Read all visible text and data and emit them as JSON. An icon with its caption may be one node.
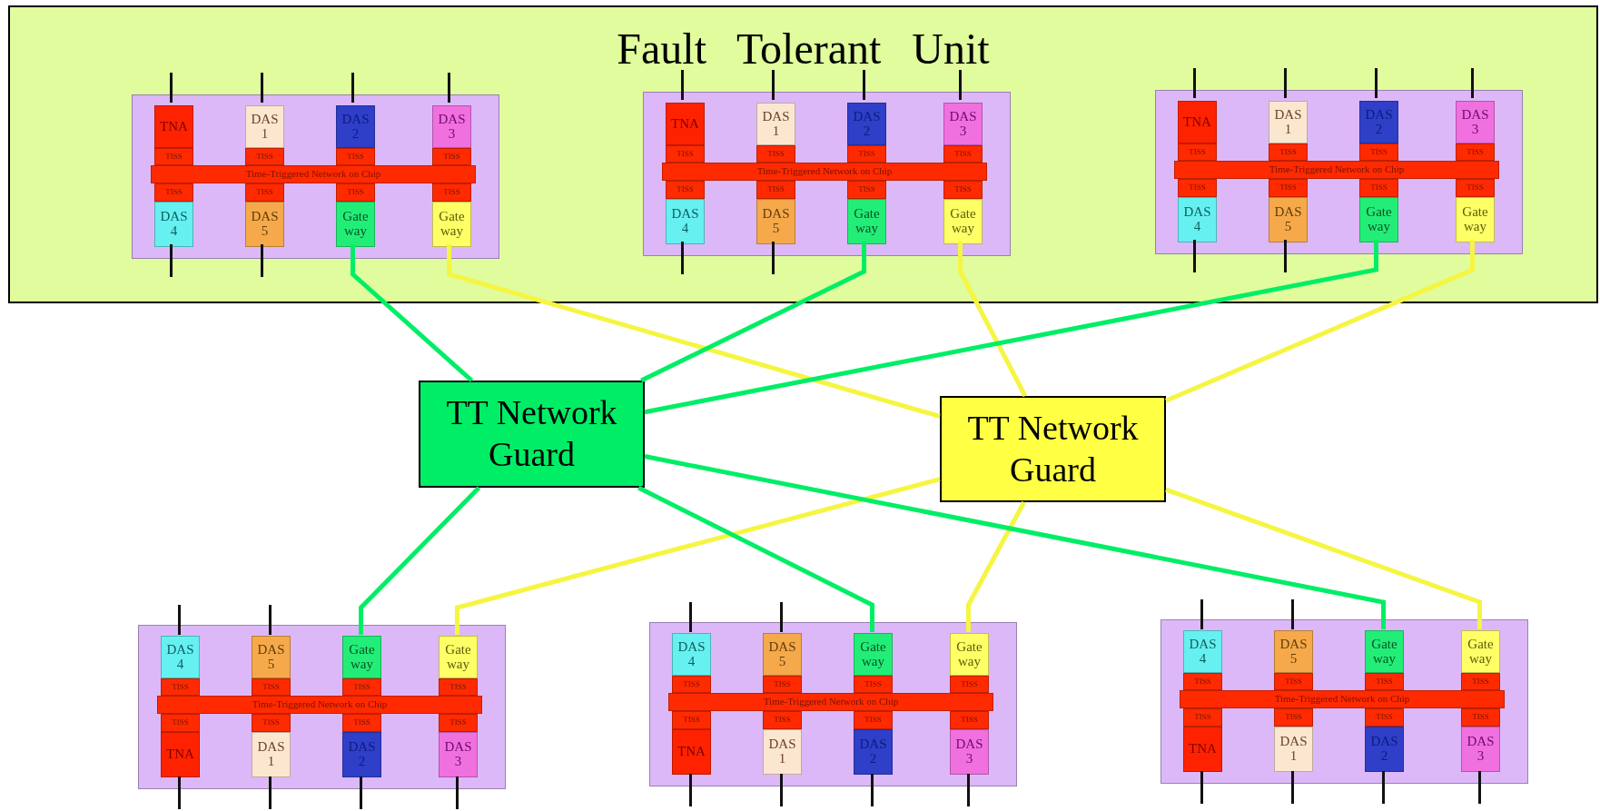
{
  "diagram": {
    "nodes": [
      {
        "text": [
          "Fault Tolerant Unit"
        ]
      },
      {
        "text": [],
        "shape": "box",
        "in": 0
      },
      {
        "text": [
          "TNA"
        ],
        "in": 1
      },
      {
        "text": [
          "DAS 1"
        ],
        "in": 1
      },
      {
        "text": [
          "DAS 2"
        ],
        "in": 1
      },
      {
        "text": [
          "DAS 3"
        ],
        "in": 1
      },
      {
        "text": [
          "TISS"
        ],
        "in": 1
      },
      {
        "text": [
          "TISS"
        ],
        "in": 1
      },
      {
        "text": [
          "TISS"
        ],
        "in": 1
      },
      {
        "text": [
          "TISS"
        ],
        "in": 1
      },
      {
        "text": [
          "Time-Triggered Network on Chip"
        ],
        "in": 1
      },
      {
        "text": [
          "TISS"
        ],
        "in": 1
      },
      {
        "text": [
          "TISS"
        ],
        "in": 1
      },
      {
        "text": [
          "TISS"
        ],
        "in": 1
      },
      {
        "text": [
          "TISS"
        ],
        "in": 1
      },
      {
        "text": [
          "DAS 4"
        ],
        "in": 1
      },
      {
        "text": [
          "DAS 5"
        ],
        "in": 1
      },
      {
        "text": [
          "Gate way"
        ],
        "in": 1
      },
      {
        "text": [
          "Gate way"
        ],
        "in": 1
      },
      {
        "text": [],
        "shape": "box",
        "in": 0
      },
      {
        "text": [
          "TNA"
        ],
        "in": 19
      },
      {
        "text": [
          "DAS 1"
        ],
        "in": 19
      },
      {
        "text": [
          "DAS 2"
        ],
        "in": 19
      },
      {
        "text": [
          "DAS 3"
        ],
        "in": 19
      },
      {
        "text": [
          "TISS"
        ],
        "in": 19
      },
      {
        "text": [
          "TISS"
        ],
        "in": 19
      },
      {
        "text": [
          "TISS"
        ],
        "in": 19
      },
      {
        "text": [
          "TISS"
        ],
        "in": 19
      },
      {
        "text": [
          "Time-Triggered Network on Chip"
        ],
        "in": 19
      },
      {
        "text": [
          "TISS"
        ],
        "in": 19
      },
      {
        "text": [
          "TISS"
        ],
        "in": 19
      },
      {
        "text": [
          "TISS"
        ],
        "in": 19
      },
      {
        "text": [
          "TISS"
        ],
        "in": 19
      },
      {
        "text": [
          "DAS 4"
        ],
        "in": 19
      },
      {
        "text": [
          "DAS 5"
        ],
        "in": 19
      },
      {
        "text": [
          "Gate way"
        ],
        "in": 19
      },
      {
        "text": [
          "Gate way"
        ],
        "in": 19
      },
      {
        "text": [],
        "shape": "box",
        "in": 0
      },
      {
        "text": [
          "TNA"
        ],
        "in": 37
      },
      {
        "text": [
          "DAS 1"
        ],
        "in": 37
      },
      {
        "text": [
          "DAS 2"
        ],
        "in": 37
      },
      {
        "text": [
          "DAS 3"
        ],
        "in": 37
      },
      {
        "text": [
          "TISS"
        ],
        "in": 37
      },
      {
        "text": [
          "TISS"
        ],
        "in": 37
      },
      {
        "text": [
          "TISS"
        ],
        "in": 37
      },
      {
        "text": [
          "TISS"
        ],
        "in": 37
      },
      {
        "text": [
          "Time-Triggered Network on Chip"
        ],
        "in": 37
      },
      {
        "text": [
          "TISS"
        ],
        "in": 37
      },
      {
        "text": [
          "TISS"
        ],
        "in": 37
      },
      {
        "text": [
          "TISS"
        ],
        "in": 37
      },
      {
        "text": [
          "TISS"
        ],
        "in": 37
      },
      {
        "text": [
          "DAS 4"
        ],
        "in": 37
      },
      {
        "text": [
          "DAS 5"
        ],
        "in": 37
      },
      {
        "text": [
          "Gate way"
        ],
        "in": 37
      },
      {
        "text": [
          "Gate way"
        ],
        "in": 37
      },
      {
        "text": [
          "TT Network Guard"
        ]
      },
      {
        "text": [
          "TT Network Guard"
        ]
      },
      {
        "text": [],
        "shape": "box"
      },
      {
        "text": [
          "DAS 4"
        ],
        "in": 57
      },
      {
        "text": [
          "DAS 5"
        ],
        "in": 57
      },
      {
        "text": [
          "Gate way"
        ],
        "in": 57
      },
      {
        "text": [
          "Gate way"
        ],
        "in": 57
      },
      {
        "text": [
          "TISS"
        ],
        "in": 57
      },
      {
        "text": [
          "TISS"
        ],
        "in": 57
      },
      {
        "text": [
          "TISS"
        ],
        "in": 57
      },
      {
        "text": [
          "TISS"
        ],
        "in": 57
      },
      {
        "text": [
          "Time-Triggered Network on Chip"
        ],
        "in": 57
      },
      {
        "text": [
          "TISS"
        ],
        "in": 57
      },
      {
        "text": [
          "TISS"
        ],
        "in": 57
      },
      {
        "text": [
          "TISS"
        ],
        "in": 57
      },
      {
        "text": [
          "TISS"
        ],
        "in": 57
      },
      {
        "text": [
          "TNA"
        ],
        "in": 57
      },
      {
        "text": [
          "DAS 1"
        ],
        "in": 57
      },
      {
        "text": [
          "DAS 2"
        ],
        "in": 57
      },
      {
        "text": [
          "DAS 3"
        ],
        "in": 57
      },
      {
        "text": [],
        "shape": "box"
      },
      {
        "text": [
          "DAS 4"
        ],
        "in": 75
      },
      {
        "text": [
          "DAS 5"
        ],
        "in": 75
      },
      {
        "text": [
          "Gate way"
        ],
        "in": 75
      },
      {
        "text": [
          "Gate way"
        ],
        "in": 75
      },
      {
        "text": [
          "TISS"
        ],
        "in": 75
      },
      {
        "text": [
          "TISS"
        ],
        "in": 75
      },
      {
        "text": [
          "TISS"
        ],
        "in": 75
      },
      {
        "text": [
          "TISS"
        ],
        "in": 75
      },
      {
        "text": [
          "Time-Triggered Network on Chip"
        ],
        "in": 75
      },
      {
        "text": [
          "TISS"
        ],
        "in": 75
      },
      {
        "text": [
          "TISS"
        ],
        "in": 75
      },
      {
        "text": [
          "TISS"
        ],
        "in": 75
      },
      {
        "text": [
          "TISS"
        ],
        "in": 75
      },
      {
        "text": [
          "TNA"
        ],
        "in": 75
      },
      {
        "text": [
          "DAS 1"
        ],
        "in": 75
      },
      {
        "text": [
          "DAS 2"
        ],
        "in": 75
      },
      {
        "text": [
          "DAS 3"
        ],
        "in": 75
      },
      {
        "text": [],
        "shape": "box"
      },
      {
        "text": [
          "DAS 4"
        ],
        "in": 93
      },
      {
        "text": [
          "DAS 5"
        ],
        "in": 93
      },
      {
        "text": [
          "Gate way"
        ],
        "in": 93
      },
      {
        "text": [
          "Gate way"
        ],
        "in": 93
      },
      {
        "text": [
          "TISS"
        ],
        "in": 93
      },
      {
        "text": [
          "TISS"
        ],
        "in": 93
      },
      {
        "text": [
          "TISS"
        ],
        "in": 93
      },
      {
        "text": [
          "TISS"
        ],
        "in": 93
      },
      {
        "text": [
          "Time-Triggered Network on Chip"
        ],
        "in": 93
      },
      {
        "text": [
          "TISS"
        ],
        "in": 93
      },
      {
        "text": [
          "TISS"
        ],
        "in": 93
      },
      {
        "text": [
          "TISS"
        ],
        "in": 93
      },
      {
        "text": [
          "TISS"
        ],
        "in": 93
      },
      {
        "text": [
          "TNA"
        ],
        "in": 93
      },
      {
        "text": [
          "DAS 1"
        ],
        "in": 93
      },
      {
        "text": [
          "DAS 2"
        ],
        "in": 93
      },
      {
        "text": [
          "DAS 3"
        ],
        "in": 93
      }
    ],
    "edges": [
      {
        "from": 17,
        "to": 55,
        "arrow": "none",
        "color": "#00ee66"
      },
      {
        "from": 18,
        "to": 56,
        "arrow": "none",
        "color": "#f5f542"
      },
      {
        "from": 35,
        "to": 55,
        "arrow": "none",
        "color": "#00ee66"
      },
      {
        "from": 36,
        "to": 56,
        "arrow": "none",
        "color": "#f5f542"
      },
      {
        "from": 53,
        "to": 55,
        "arrow": "none",
        "color": "#00ee66"
      },
      {
        "from": 54,
        "to": 56,
        "arrow": "none",
        "color": "#f5f542"
      },
      {
        "from": 60,
        "to": 55,
        "arrow": "none",
        "color": "#00ee66"
      },
      {
        "from": 61,
        "to": 56,
        "arrow": "none",
        "color": "#f5f542"
      },
      {
        "from": 78,
        "to": 55,
        "arrow": "none",
        "color": "#00ee66"
      },
      {
        "from": 79,
        "to": 56,
        "arrow": "none",
        "color": "#f5f542"
      },
      {
        "from": 96,
        "to": 55,
        "arrow": "none",
        "color": "#00ee66"
      },
      {
        "from": 97,
        "to": 56,
        "arrow": "none",
        "color": "#f5f542"
      }
    ]
  }
}
